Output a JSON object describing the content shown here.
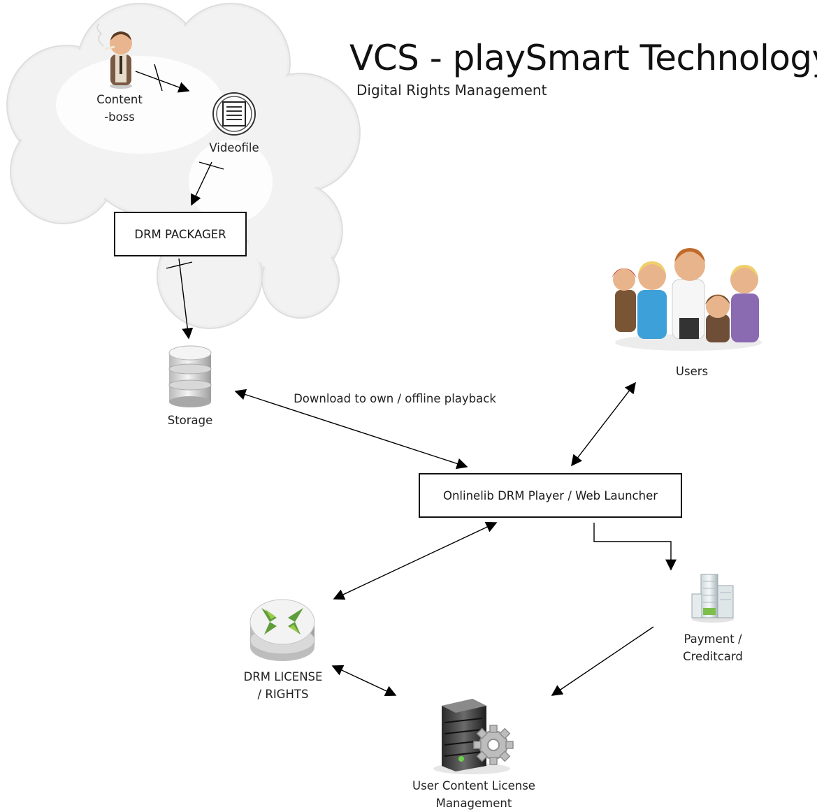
{
  "title": "VCS - playSmart Technology",
  "subtitle": "Digital Rights Management",
  "nodes": {
    "content_boss": {
      "label_line1": "Content",
      "label_line2": "-boss",
      "icon": "businessman-smoking-icon"
    },
    "videofile": {
      "label": "Videofile",
      "icon": "video-file-icon"
    },
    "drm_packager": {
      "label": "DRM PACKAGER"
    },
    "storage": {
      "label": "Storage",
      "icon": "database-icon"
    },
    "users": {
      "label": "Users",
      "icon": "user-group-icon"
    },
    "player": {
      "label": "Onlinelib DRM Player / Web Launcher"
    },
    "payment": {
      "label_line1": "Payment /",
      "label_line2": "Creditcard",
      "icon": "office-building-icon"
    },
    "drm_license": {
      "label_line1": "DRM LICENSE",
      "label_line2": "/ RIGHTS",
      "icon": "router-icon"
    },
    "ucl_management": {
      "label_line1": "User Content License",
      "label_line2": "Management",
      "icon": "server-gear-icon"
    }
  },
  "edges": {
    "storage_player": "Download to own / offline playback"
  },
  "colors": {
    "cloud": "#eeeeee",
    "arrow": "#000000",
    "box_border": "#111111"
  }
}
